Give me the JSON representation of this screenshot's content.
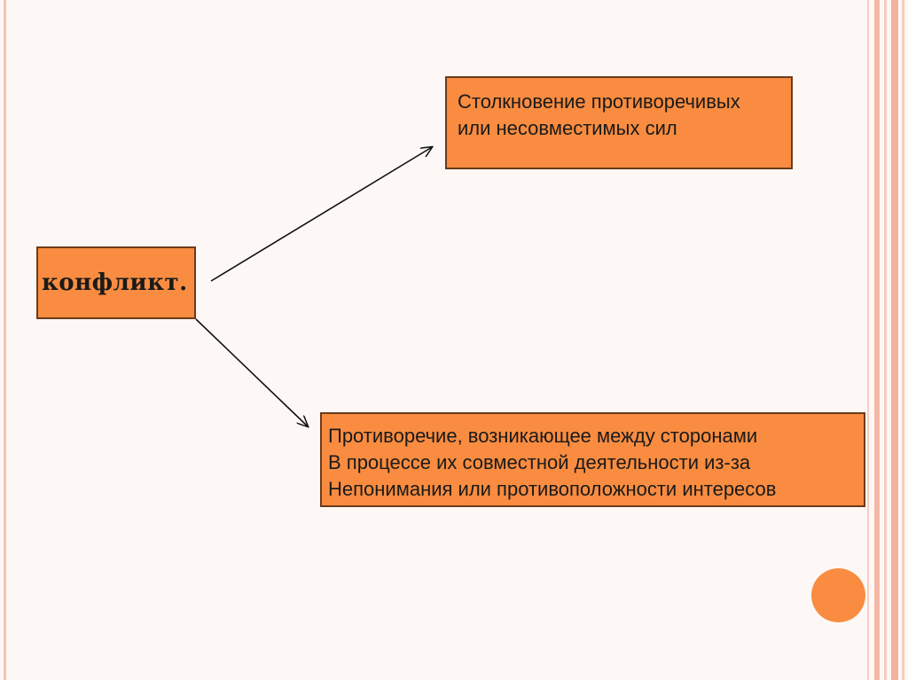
{
  "diagram": {
    "root": {
      "label": "конфликт."
    },
    "definitions": [
      {
        "text": "Столкновение противоречивых\nили несовместимых сил"
      },
      {
        "text": "Противоречие, возникающее между сторонами\nВ процессе их совместной деятельности из-за\nНепонимания или противоположности интересов"
      }
    ]
  },
  "colors": {
    "box_fill": "#f98c40",
    "box_border": "#6b3a1a",
    "background": "#fdf8f6",
    "stripe": "#f3b8a5"
  }
}
